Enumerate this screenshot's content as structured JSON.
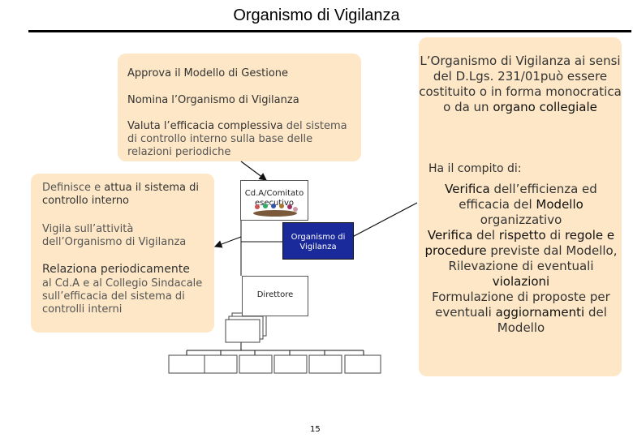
{
  "title": "Organismo di Vigilanza",
  "cda_box": {
    "line1": "Approva il Modello di Gestione",
    "line2": "Nomina l’Organismo di Vigilanza",
    "line3_bold": "Valuta l’efficacia complessiva",
    "line3_rest": " del sistema di controllo interno sulla base delle relazioni periodiche"
  },
  "left_box": {
    "p1_a": "Definisce e ",
    "p1_b": "attua il sistema di controllo interno",
    "p2": "Vigila sull’attività dell’Organismo di Vigilanza",
    "p3_head": "Relaziona periodicamente",
    "p3_rest": "al Cd.A e al Collegio Sindacale sull’efficacia del sistema di controlli interni"
  },
  "org": {
    "cda": "Cd.A/Comitato esecutivo",
    "odv": "Organismo di Vigilanza",
    "direttore": "Direttore"
  },
  "page_number": "15",
  "right_box": {
    "intro1": "L’Organismo di Vigilanza ai sensi del D.Lgs. 231/01può essere costituito o in forma monocratica o da un",
    "intro2": "organo collegiale",
    "compito": "Ha il compito di:",
    "v1_a": "Verifica",
    "v1_b": " dell’efficienza ed efficacia del ",
    "v1_c": "Modello",
    "v1_d": " organizzativo",
    "v2_a": "Verifica",
    "v2_b": " del ",
    "v2_c": "rispetto",
    "v2_d": " di ",
    "v2_e": "regole e procedure",
    "v2_f": " previste dal Modello,",
    "v3_a": "Rilevazione di eventuali ",
    "v3_b": "violazioni",
    "v4_a": "Formulazione di proposte per eventuali ",
    "v4_b": "aggiornamenti",
    "v4_c": " del Modello"
  }
}
